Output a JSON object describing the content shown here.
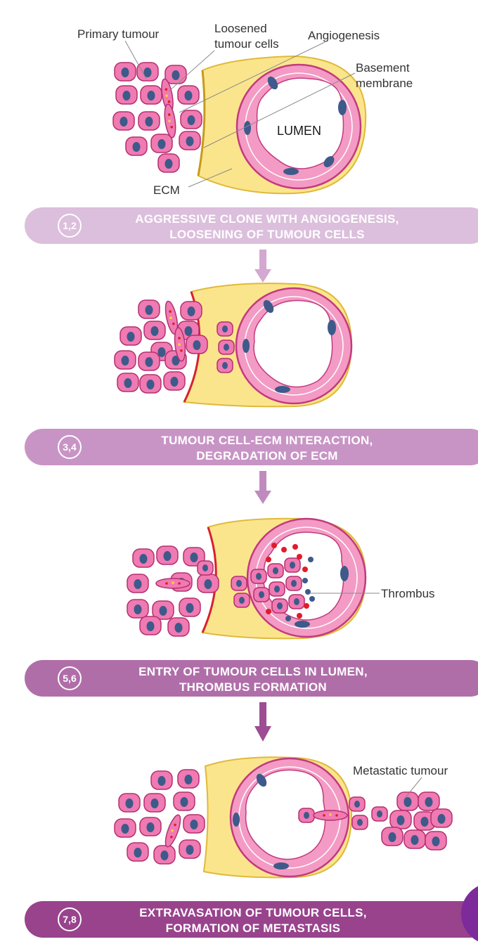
{
  "labels": {
    "primary_tumour": "Primary tumour",
    "loosened_1": "Loosened",
    "loosened_2": "tumour cells",
    "angiogenesis": "Angiogenesis",
    "basement_1": "Basement",
    "basement_2": "membrane",
    "lumen": "LUMEN",
    "ecm": "ECM",
    "thrombus": "Thrombus",
    "metastatic_tumour": "Metastatic tumour"
  },
  "steps": [
    {
      "number": "1,2",
      "line1": "AGGRESSIVE CLONE WITH ANGIOGENESIS,",
      "line2": "LOOSENING OF TUMOUR CELLS",
      "color": "#dcbfdc"
    },
    {
      "number": "3,4",
      "line1": "TUMOUR CELL-ECM INTERACTION,",
      "line2": "DEGRADATION OF ECM",
      "color": "#c894c5"
    },
    {
      "number": "5,6",
      "line1": "ENTRY OF TUMOUR CELLS IN LUMEN,",
      "line2": "THROMBUS FORMATION",
      "color": "#b06ea9"
    },
    {
      "number": "7,8",
      "line1": "EXTRAVASATION OF TUMOUR CELLS,",
      "line2": "FORMATION OF METASTASIS",
      "color": "#98438c"
    }
  ],
  "colors": {
    "cell_fill": "#f07ab2",
    "cell_stroke": "#b3306f",
    "nucleus": "#3d5a8a",
    "ecm": "#fbe58c",
    "ecm_stroke": "#e0b93a",
    "vessel": "#f39bc4",
    "thrombus_dot": "#e21b2a",
    "arrow": "#b277b1"
  }
}
